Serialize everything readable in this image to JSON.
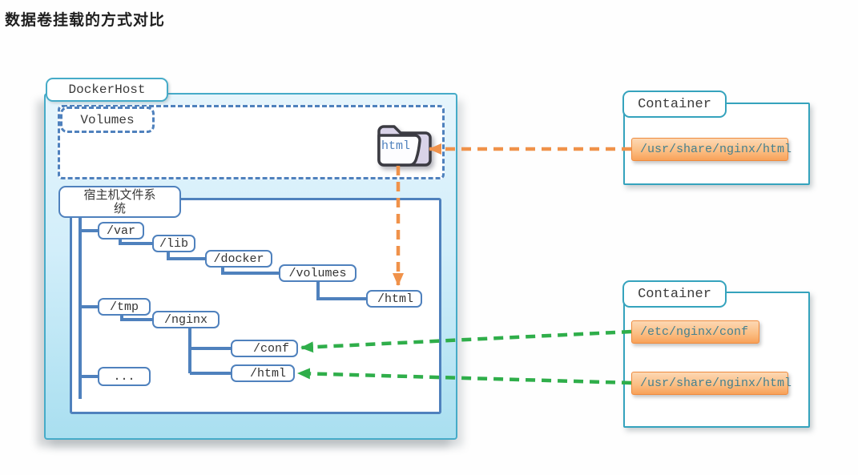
{
  "title": "数据卷挂载的方式对比",
  "docker_host": {
    "label": "DockerHost",
    "volumes": {
      "label": "Volumes",
      "folder": {
        "label": "html"
      }
    },
    "filesystem": {
      "label": "宿主机文件系统",
      "nodes": [
        {
          "label": "/var"
        },
        {
          "label": "/lib"
        },
        {
          "label": "/docker"
        },
        {
          "label": "/volumes"
        },
        {
          "label": "/html"
        },
        {
          "label": "/tmp"
        },
        {
          "label": "/nginx"
        },
        {
          "label": "/conf"
        },
        {
          "label": "/html"
        },
        {
          "label": "..."
        }
      ]
    }
  },
  "containers": [
    {
      "label": "Container",
      "paths": [
        "/usr/share/nginx/html"
      ]
    },
    {
      "label": "Container",
      "paths": [
        "/etc/nginx/conf",
        "/usr/share/nginx/html"
      ]
    }
  ],
  "colors": {
    "tree_blue": "#4f81bd",
    "host_teal": "#46abc8",
    "container_teal": "#35a3bd",
    "mount_orange": "#f0924a",
    "mount_green": "#2fae4a",
    "host_fill": "#cdecf8",
    "path_box_fill": "#f9ab63"
  }
}
